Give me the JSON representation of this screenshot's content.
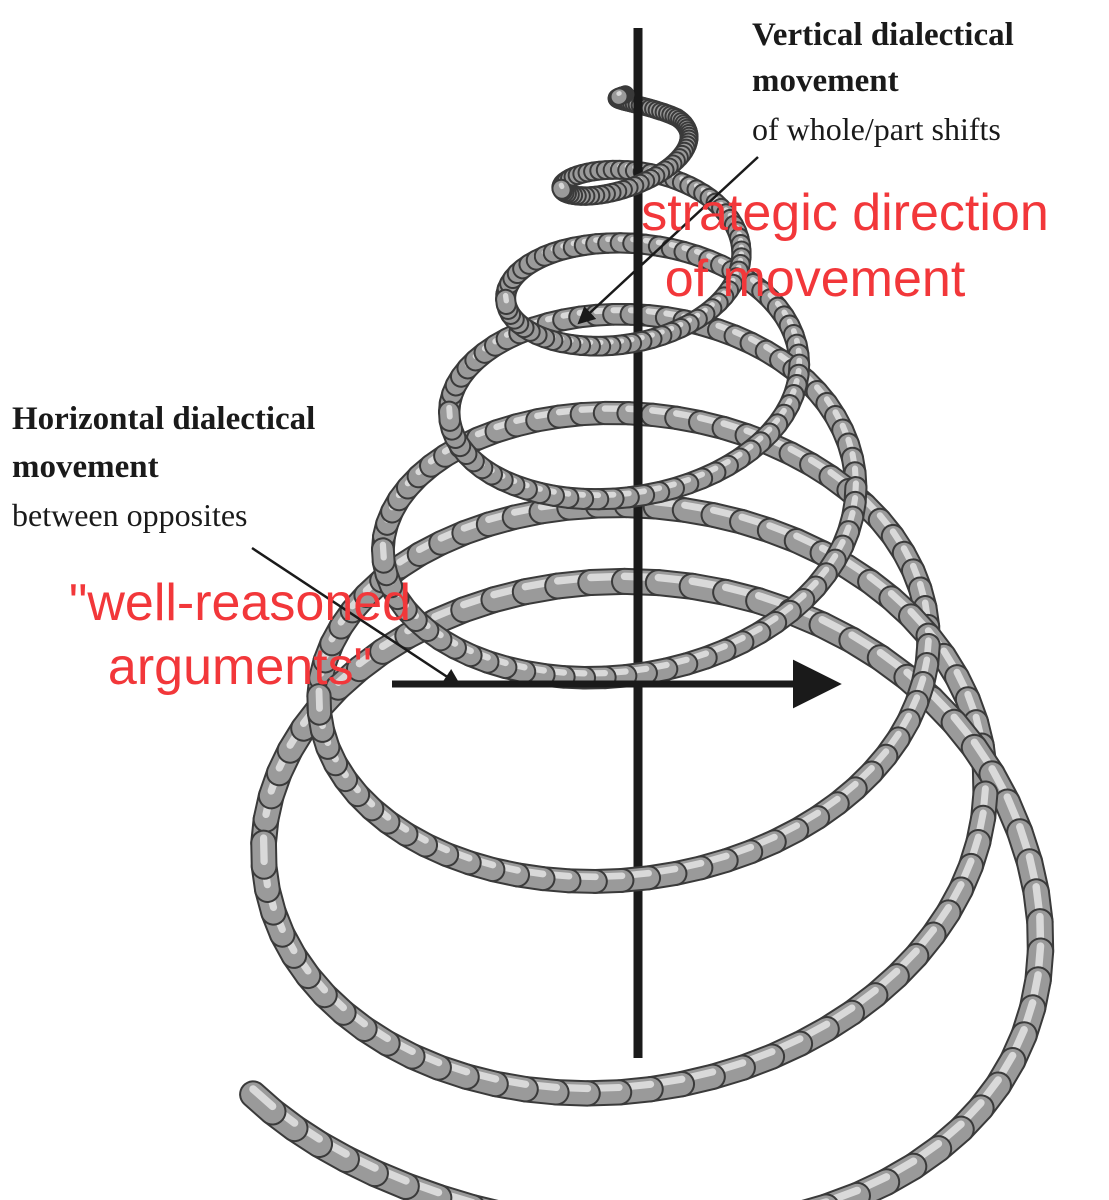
{
  "vertical": {
    "title_line1": "Vertical dialectical",
    "title_line2": "movement",
    "subtitle": "of whole/part shifts",
    "annotation_line1": "strategic direction",
    "annotation_line2": "of movement"
  },
  "horizontal": {
    "title_line1": "Horizontal dialectical",
    "title_line2": "movement",
    "subtitle": "between opposites",
    "annotation_line1": "\"well-reasoned",
    "annotation_line2": "arguments\""
  },
  "colors": {
    "annotation": "#f2373a",
    "text": "#1a1a1a",
    "axis": "#1a1a1a",
    "spring": "#9a9a9a"
  },
  "icons": [
    "spiral-spring-icon",
    "vertical-axis-line",
    "horizontal-arrow-icon",
    "pointer-arrow-icon"
  ]
}
